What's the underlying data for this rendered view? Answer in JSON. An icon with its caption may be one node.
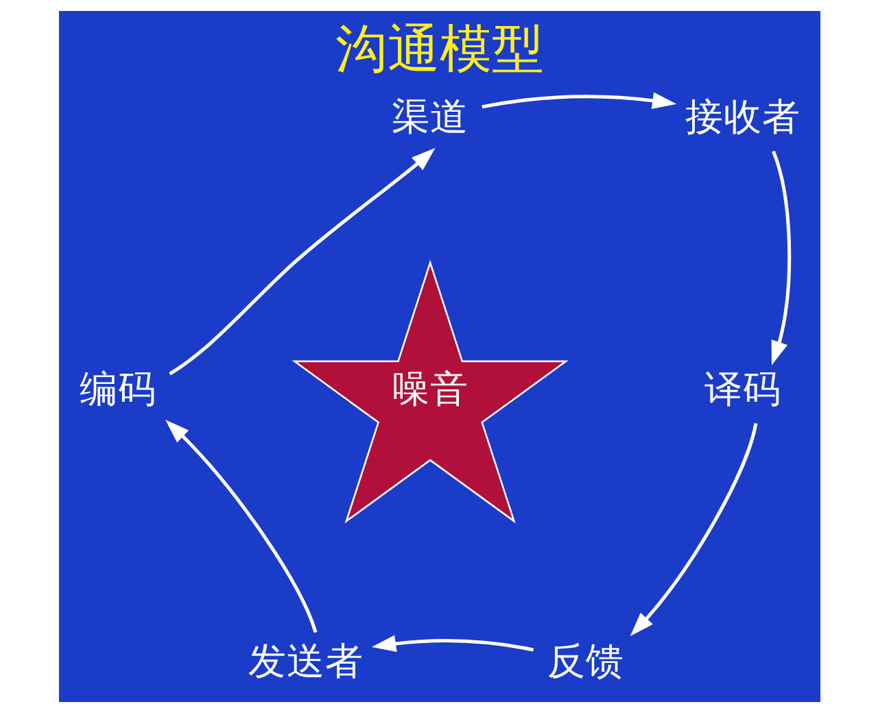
{
  "diagram": {
    "title": "沟通模型",
    "nodes": [
      {
        "text": [
          "渠道"
        ]
      },
      {
        "text": [
          "接收者"
        ]
      },
      {
        "text": [
          "编码"
        ]
      },
      {
        "text": [
          "噪音"
        ]
      },
      {
        "text": [
          "译码"
        ]
      },
      {
        "text": [
          "发送者"
        ]
      },
      {
        "text": [
          "反馈"
        ]
      }
    ],
    "edges": [
      {
        "from": 5,
        "to": 2,
        "arrow": "to"
      },
      {
        "from": 2,
        "to": 0,
        "arrow": "to"
      },
      {
        "from": 0,
        "to": 1,
        "arrow": "to"
      },
      {
        "from": 1,
        "to": 4,
        "arrow": "to"
      },
      {
        "from": 4,
        "to": 6,
        "arrow": "to"
      },
      {
        "from": 6,
        "to": 5,
        "arrow": "to"
      }
    ]
  }
}
